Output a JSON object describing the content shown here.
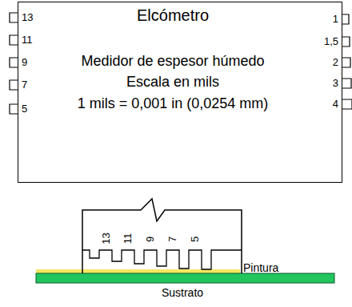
{
  "diagram": {
    "nodes": [
      {
        "text": [
          "Elcómetro",
          "Medidor de espesor húmedo",
          "Escala en mils",
          "1 mils = 0,001 in (0,0254 mm)"
        ]
      }
    ],
    "labels": [
      "13",
      "11",
      "9",
      "7",
      "5",
      "1",
      "1,5",
      "2",
      "3",
      "4",
      "13",
      "11",
      "9",
      "7",
      "5",
      "Pintura",
      "Sustrato"
    ]
  }
}
